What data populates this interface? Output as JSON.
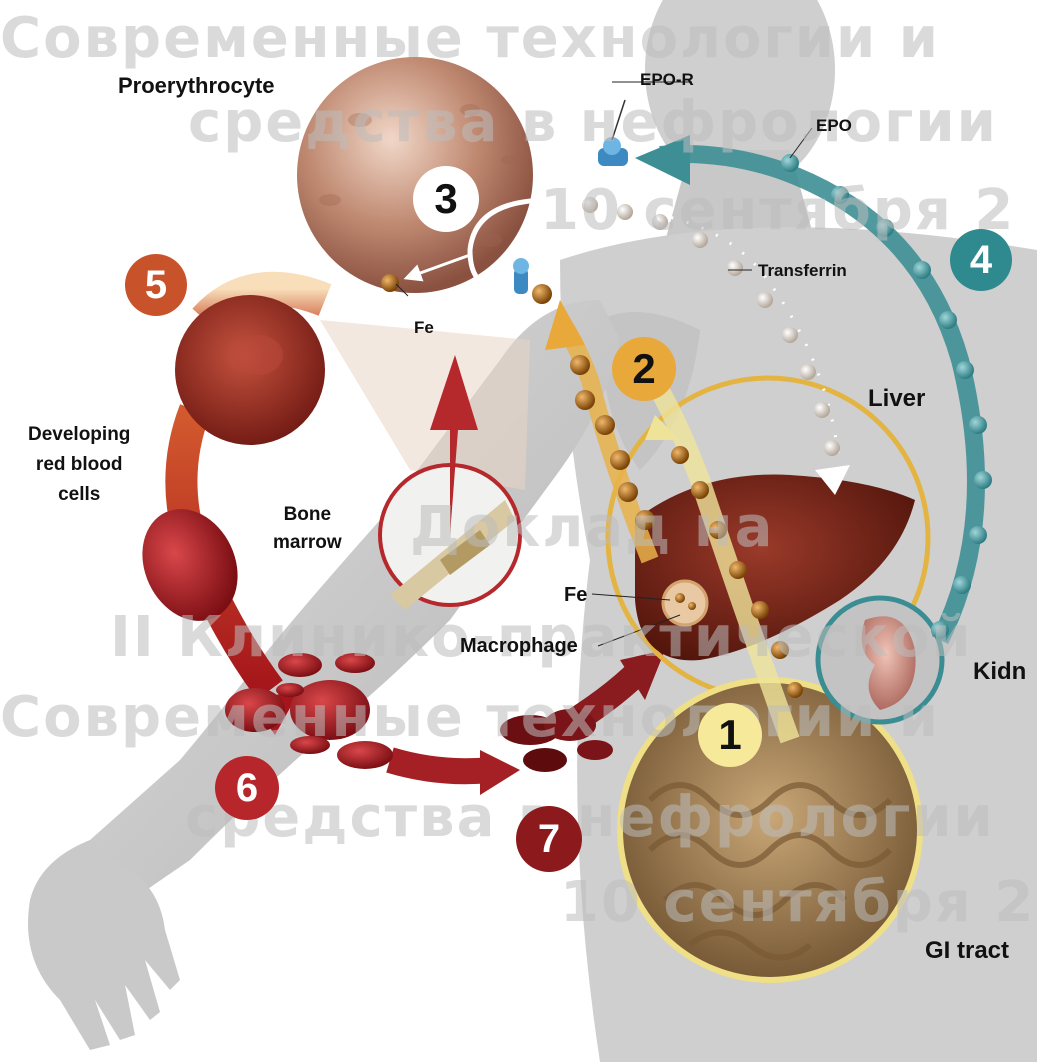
{
  "watermark": {
    "line1": "Современные технологии и",
    "line2": "средства в нефрологии",
    "line3": "10 сентября 2",
    "line4": "Доклад на",
    "line5": "II Клинико-практической",
    "line6": "Современные технологии и",
    "line7": "средства в нефрологии",
    "line8": "10 сентября 2"
  },
  "labels": {
    "proerythrocyte": "Proerythrocyte",
    "epo_r": "EPO-R",
    "epo": "EPO",
    "transferrin": "Transferrin",
    "fe_cell": "Fe",
    "liver": "Liver",
    "developing": "Developing\nred blood\ncells",
    "bone_marrow": "Bone\nmarrow",
    "fe_liver": "Fe",
    "macrophage": "Macrophage",
    "kidney": "Kidn",
    "gi_tract": "GI tract"
  },
  "steps": {
    "s1": "1",
    "s2": "2",
    "s3": "3",
    "s4": "4",
    "s5": "5",
    "s6": "6",
    "s7": "7"
  },
  "colors": {
    "body": "#cfcfcf",
    "step_gold": "#e8a83a",
    "step_teal": "#2f8a8f",
    "step_orange": "#c8532a",
    "step_red": "#b6262a",
    "step_darkred": "#8c1a1d",
    "liver_ring": "#e4b443",
    "gi_ring": "#efdf86",
    "kidney_ring": "#3a8d92"
  }
}
